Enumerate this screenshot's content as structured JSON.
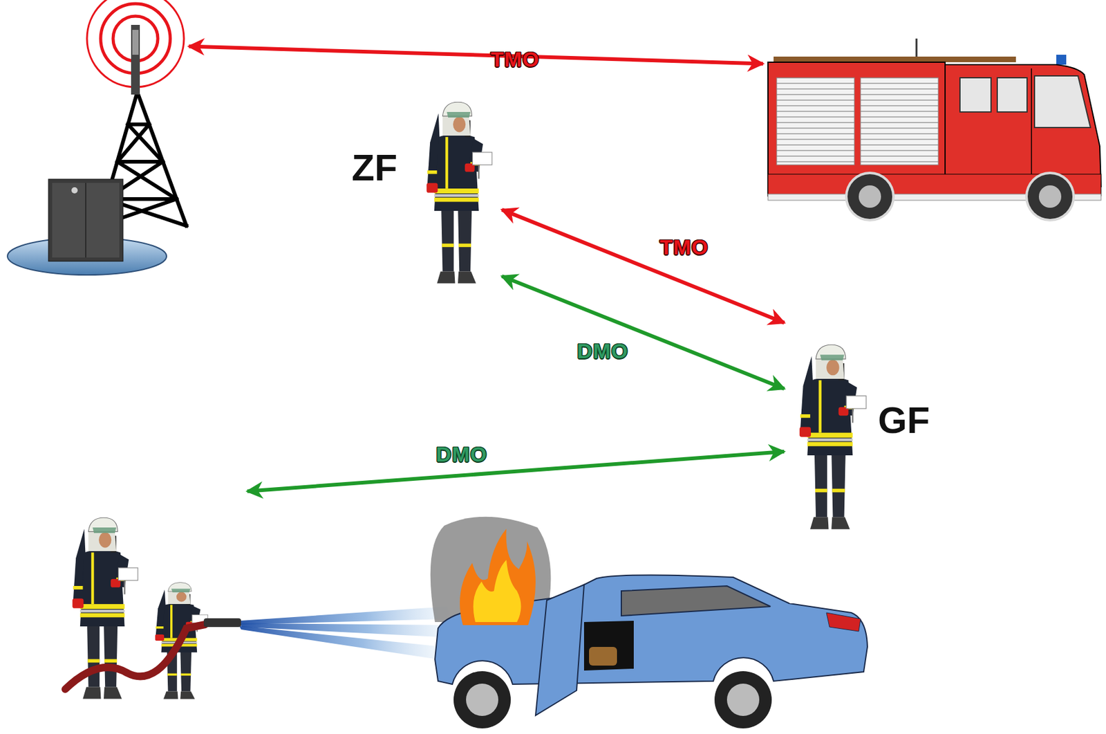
{
  "diagram": {
    "nodes": [
      {
        "text": []
      },
      {
        "text": []
      },
      {
        "text": [
          "ZF"
        ]
      },
      {
        "text": [
          "GF"
        ]
      },
      {
        "text": []
      }
    ],
    "edges": [
      {
        "from": 0,
        "to": 1,
        "arrow": "both",
        "label": "TMO"
      },
      {
        "from": 2,
        "to": 3,
        "arrow": "both",
        "label": "TMO"
      },
      {
        "from": 2,
        "to": 3,
        "arrow": "both",
        "label": "DMO"
      },
      {
        "from": 3,
        "to": 4,
        "arrow": "both",
        "label": "DMO"
      }
    ]
  }
}
